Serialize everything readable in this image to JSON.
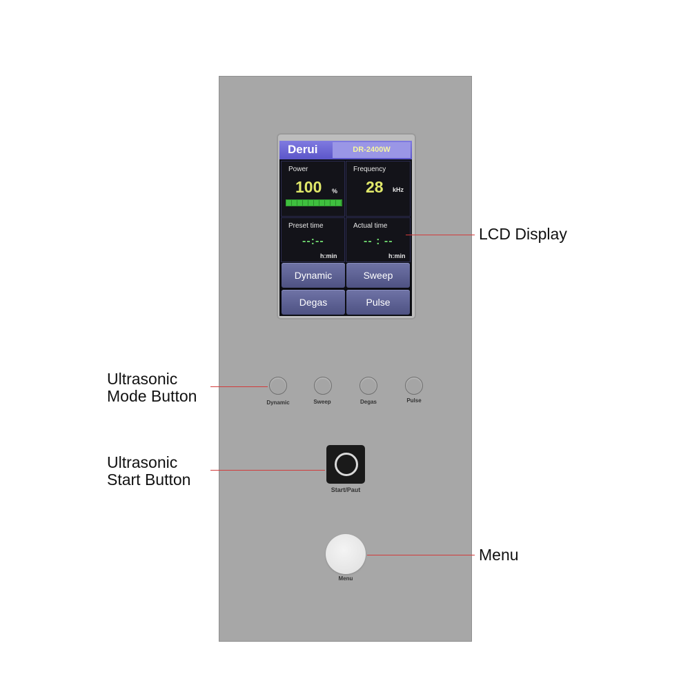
{
  "lcd": {
    "brand": "Derui",
    "model": "DR-2400W",
    "power": {
      "label": "Power",
      "value": "100",
      "unit": "%",
      "bar_level": 1.0
    },
    "frequency": {
      "label": "Frequency",
      "value": "28",
      "unit": "kHz"
    },
    "preset_time": {
      "label": "Preset time",
      "value": "--:--",
      "unit": "h:min"
    },
    "actual_time": {
      "label": "Actual time",
      "value": "-- : --",
      "unit": "h:min"
    },
    "modes": [
      "Dynamic",
      "Sweep",
      "Degas",
      "Pulse"
    ]
  },
  "panel": {
    "mode_buttons": [
      "Dynamic",
      "Sweep",
      "Degas",
      "Pulse"
    ],
    "start_label": "Start/Paut",
    "menu_label": "Menu"
  },
  "callouts": {
    "lcd_display": "LCD Display",
    "mode_button": [
      "Ultrasonic",
      "Mode Button"
    ],
    "start_button": [
      "Ultrasonic",
      "Start Button"
    ],
    "menu": "Menu"
  },
  "colors": {
    "panel": "#a7a7a7",
    "lcd_header": "#6a65d6",
    "value_yellow": "#e0e86a",
    "time_green": "#6fd86f",
    "callout_red": "#d23a3a"
  }
}
